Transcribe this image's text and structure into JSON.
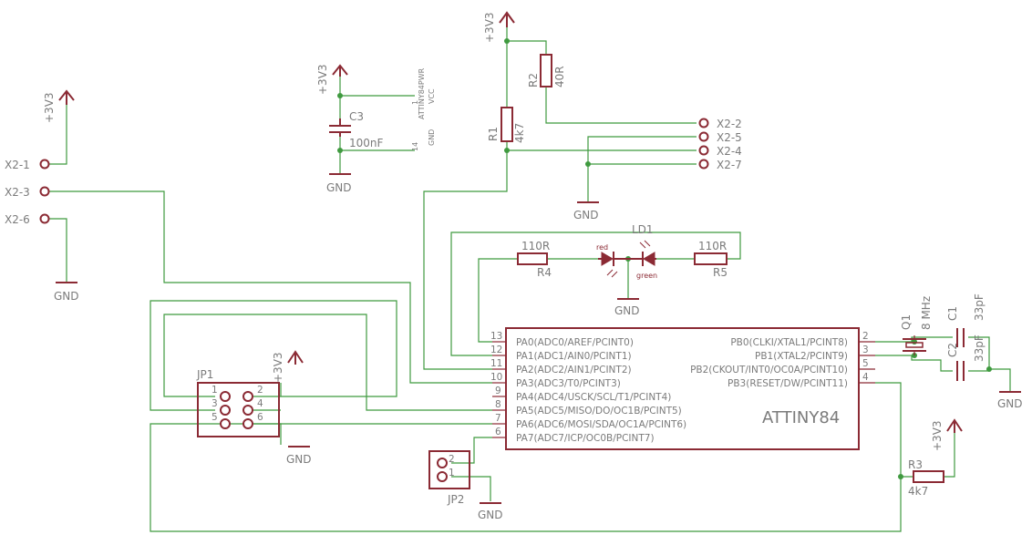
{
  "supply_label": "+3V3",
  "gnd_label": "GND",
  "connector": {
    "left": [
      "X2-1",
      "X2-3",
      "X2-6"
    ],
    "right": [
      "X2-2",
      "X2-5",
      "X2-4",
      "X2-7"
    ]
  },
  "capacitor_c3": {
    "name": "C3",
    "value": "100nF"
  },
  "power_block": {
    "name": "ATTINY84PWR",
    "pin_top": "1",
    "pin_top_name": "VCC",
    "pin_bottom": "14",
    "pin_bottom_name": "GND"
  },
  "resistor_r1": {
    "name": "R1",
    "value": "4k7"
  },
  "resistor_r2": {
    "name": "R2",
    "value": "40R"
  },
  "resistor_r3": {
    "name": "R3",
    "value": "4k7"
  },
  "resistor_r4": {
    "name": "R4",
    "value": "110R"
  },
  "resistor_r5": {
    "name": "R5",
    "value": "110R"
  },
  "led": {
    "name": "LD1",
    "red": "red",
    "green": "green"
  },
  "crystal": {
    "name": "Q1",
    "value": "8 MHz"
  },
  "capacitor_c1": {
    "name": "C1",
    "value": "33pF"
  },
  "capacitor_c2": {
    "name": "C2",
    "value": "33pF"
  },
  "mcu": {
    "name": "ATTINY84",
    "left_pins": [
      {
        "num": "13",
        "label": "PA0(ADC0/AREF/PCINT0)"
      },
      {
        "num": "12",
        "label": "PA1(ADC1/AIN0/PCINT1)"
      },
      {
        "num": "11",
        "label": "PA2(ADC2/AIN1/PCINT2)"
      },
      {
        "num": "10",
        "label": "PA3(ADC3/T0/PCINT3)"
      },
      {
        "num": "9",
        "label": "PA4(ADC4/USCK/SCL/T1/PCINT4)"
      },
      {
        "num": "8",
        "label": "PA5(ADC5/MISO/DO/OC1B/PCINT5)"
      },
      {
        "num": "7",
        "label": "PA6(ADC6/MOSI/SDA/OC1A/PCINT6)"
      },
      {
        "num": "6",
        "label": "PA7(ADC7/ICP/OC0B/PCINT7)"
      }
    ],
    "right_pins": [
      {
        "num": "2",
        "label": "PB0(CLKI/XTAL1/PCINT8)"
      },
      {
        "num": "3",
        "label": "PB1(XTAL2/PCINT9)"
      },
      {
        "num": "5",
        "label": "PB2(CKOUT/INT0/OC0A/PCINT10)"
      },
      {
        "num": "4",
        "label": "PB3(RESET/DW/PCINT11)"
      }
    ]
  },
  "jp1": {
    "name": "JP1",
    "pins": [
      "1",
      "2",
      "3",
      "4",
      "5",
      "6"
    ]
  },
  "jp2": {
    "name": "JP2",
    "pins": [
      "2",
      "1"
    ]
  }
}
